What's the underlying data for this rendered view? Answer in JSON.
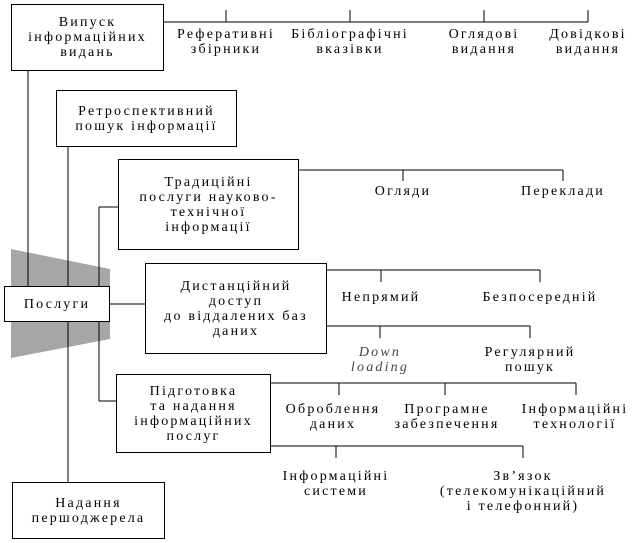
{
  "nodes": {
    "publication": "Випуск\nінформаційних\nвидань",
    "retrospective": "Ретроспективний\nпошук інформації",
    "traditional": "Традиційні\nпослуги науково-\nтехнічної\nінформації",
    "services": "Послуги",
    "remote_access": "Дистанційний\nдоступ\nдо віддалених баз\nданих",
    "preparation": "Підготовка\nта надання\nінформаційних\nпослуг",
    "primary_source": "Надання\nпершоджерела"
  },
  "labels": {
    "referative": "Реферативні\nзбірники",
    "bibliographic": "Бібліографічні\nвказівки",
    "review_pubs": "Оглядові\nвидання",
    "reference_pubs": "Довідкові\nвидання",
    "reviews": "Огляди",
    "translations": "Переклади",
    "indirect": "Непрямий",
    "direct": "Безпосередній",
    "download": "Down\nloading",
    "regular_search": "Регулярний\nпошук",
    "data_processing": "Оброблення\nданих",
    "software": "Програмне\nзабезпечення",
    "info_tech": "Інформаційні\nтехнології",
    "info_systems": "Інформаційні\nсистеми",
    "communication": "Зв’язок\n(телекомунікаційний\nі телефонний)"
  },
  "colors": {
    "line": "#000000",
    "trapezoid": "#a6a6a6"
  }
}
